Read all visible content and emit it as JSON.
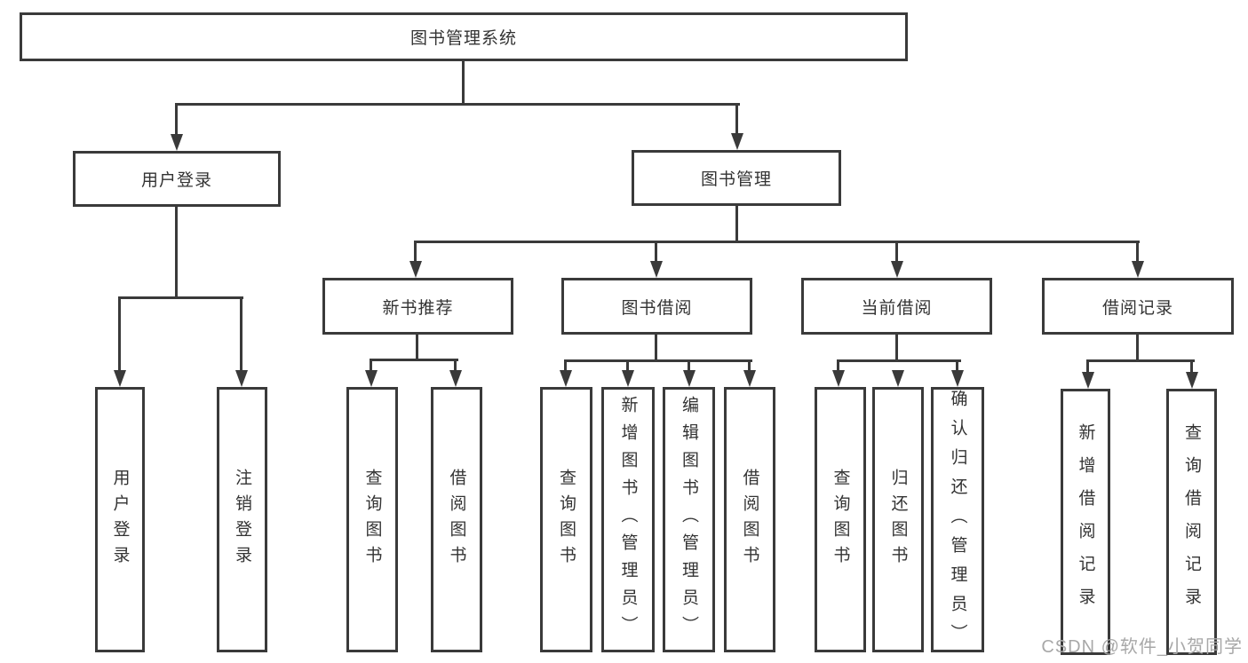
{
  "tree": {
    "root": "图书管理系统",
    "level1": [
      "用户登录",
      "图书管理"
    ],
    "level2": [
      "新书推荐",
      "图书借阅",
      "当前借阅",
      "借阅记录"
    ],
    "leaves": {
      "user_login": [
        "用户登录",
        "注销登录"
      ],
      "new_book": [
        "查询图书",
        "借阅图书"
      ],
      "borrow": [
        "查询图书",
        "新增图书（管理员）",
        "编辑图书（管理员）",
        "借阅图书"
      ],
      "current": [
        "查询图书",
        "归还图书",
        "确认归还（管理员）"
      ],
      "records": [
        "新增借阅记录",
        "查询借阅记录"
      ]
    }
  },
  "watermark": "CSDN @软件_小贺同学",
  "colors": {
    "line": "#3a3a3a",
    "text": "#333333",
    "watermark": "#a8a8a8",
    "background": "#ffffff"
  }
}
